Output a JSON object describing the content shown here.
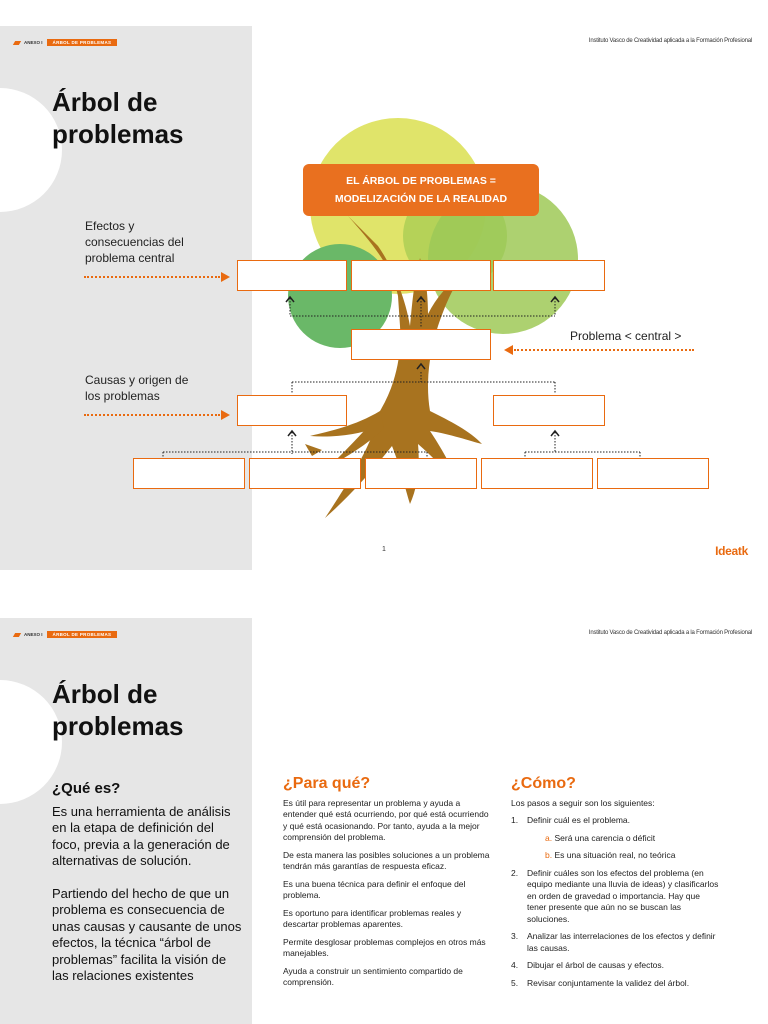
{
  "header": {
    "section": "ANEXO I",
    "tag": "ÁRBOL DE PROBLEMAS",
    "institute": "Instituto Vasco de Creatividad aplicada a la Formación Profesional"
  },
  "page1": {
    "title_line1": "Árbol de",
    "title_line2": "problemas",
    "callout_line1": "EL ÁRBOL DE PROBLEMAS =",
    "callout_line2": "MODELIZACIÓN DE LA REALIDAD",
    "effects_label": [
      "Efectos y",
      "consecuencias del",
      "problema central"
    ],
    "central_label": "Problema < central >",
    "causes_label": [
      "Causas y origen de",
      "los problemas"
    ],
    "page_number": "1",
    "logo": "Ideatk",
    "colors": {
      "accent": "#e96a10",
      "trunk": "#a8731f",
      "leaf_yellow": "#e0e46a",
      "leaf_lime": "#a9cf68",
      "leaf_green": "#6ab868"
    }
  },
  "page2": {
    "title_line1": "Árbol de",
    "title_line2": "problemas",
    "que_es": {
      "heading": "¿Qué es?",
      "p1": "Es una herramienta de análisis en la etapa de definición del foco, previa a la generación de alternativas de solución.",
      "p2": "Partiendo del hecho de que un problema es consecuencia de unas causas y causante de unos efectos, la técnica “árbol de problemas” facilita la visión de las relaciones existentes"
    },
    "para_que": {
      "heading": "¿Para qué?",
      "paragraphs": [
        "Es útil para representar un problema y ayuda a entender qué está ocurriendo, por qué está ocurriendo y qué está ocasionando. Por tanto, ayuda a la mejor comprensión del problema.",
        "De esta manera las posibles soluciones a un problema tendrán más garantías de respuesta eficaz.",
        "Es una buena técnica para definir el enfoque del problema.",
        "Es oportuno para identificar problemas reales y descartar problemas aparentes.",
        "Permite desglosar problemas complejos en otros más manejables.",
        "Ayuda a construir un sentimiento compartido de comprensión."
      ]
    },
    "como": {
      "heading": "¿Cómo?",
      "intro": "Los pasos a seguir son los siguientes:",
      "step1_num": "1.",
      "step1": "Definir cuál es el problema.",
      "sub_a_letter": "a.",
      "sub_a": "Será una carencia o déficit",
      "sub_b_letter": "b.",
      "sub_b": "Es una situación real, no teórica",
      "step2_num": "2.",
      "step2": "Definir cuáles son los efectos del problema (en equipo mediante una lluvia de ideas) y clasificarlos en orden de gravedad o importancia. Hay que tener presente que aún no se buscan las soluciones.",
      "step3_num": "3.",
      "step3": "Analizar las interrelaciones de los efectos y definir las causas.",
      "step4_num": "4.",
      "step4": "Dibujar el árbol de causas y efectos.",
      "step5_num": "5.",
      "step5": "Revisar conjuntamente la validez del árbol."
    }
  }
}
